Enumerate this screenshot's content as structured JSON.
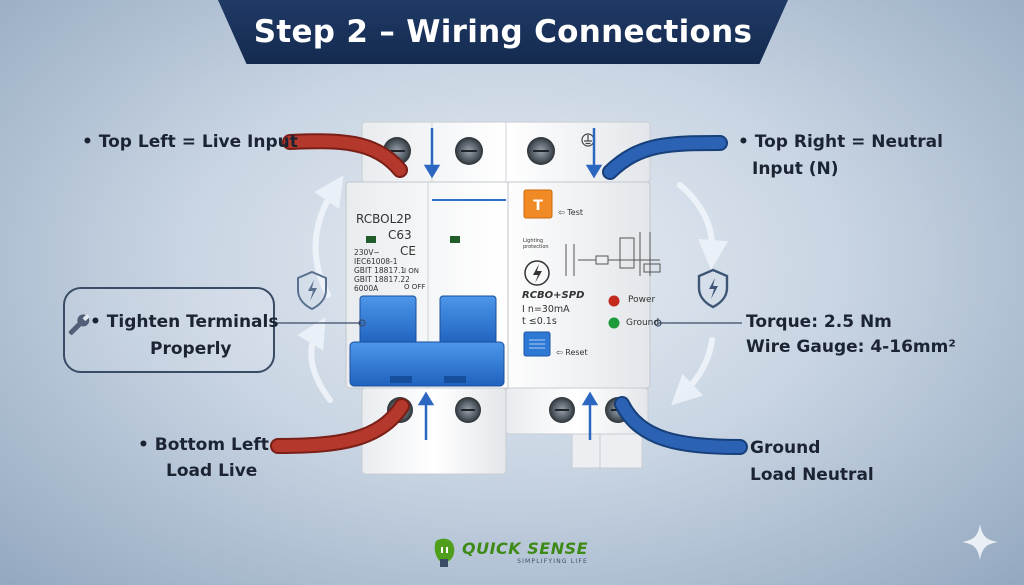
{
  "header": {
    "title": "Step 2 – Wiring Connections"
  },
  "labels": {
    "top_left": "• Top Left = Live Input",
    "top_right_1": "• Top Right = Neutral",
    "top_right_2": "Input (N)",
    "tighten_1": "• Tighten Terminals",
    "tighten_2": "Properly",
    "torque": "Torque: 2.5 Nm",
    "gauge": "Wire Gauge: 4-16mm²",
    "bottom_left_1": "• Bottom Left",
    "bottom_left_2": "Load Live",
    "ground_1": "Ground",
    "ground_2": "Load Neutral"
  },
  "device": {
    "model": "RCBOL2P",
    "rating": "C63",
    "spec_lines": [
      "230V~",
      "IEC61008-1",
      "GBIT 18817.1",
      "GBIT 18817.22",
      "6000A"
    ],
    "ce_mark": "CE",
    "on_label": "I ON",
    "off_label": "O OFF",
    "test_label": "Test",
    "lightning_label_1": "Lighting",
    "lightning_label_2": "protection",
    "product": "RCBO+SPD",
    "in_spec": "I  n=30mA",
    "t_spec": "t  ≤0.1s",
    "power_label": "Power",
    "ground_label": "Ground",
    "reset_label": "Reset"
  },
  "brand": {
    "name": "QUICK SENSE",
    "tagline": "SIMPLIFYING LIFE"
  },
  "colors": {
    "live_wire": "#b4382c",
    "neutral_wire": "#2b62b4",
    "banner": "#1a3260",
    "breaker_blue": "#2f7bd6"
  }
}
